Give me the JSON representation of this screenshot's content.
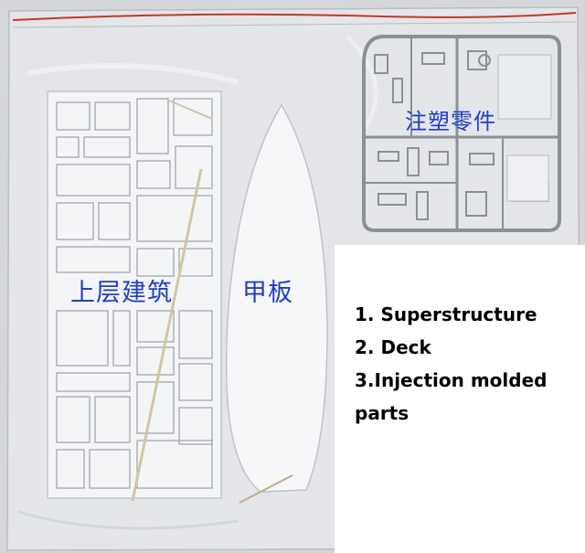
{
  "photo": {
    "labels": {
      "superstructure": "上层建筑",
      "deck": "甲板",
      "injection_parts": "注塑零件"
    }
  },
  "legend": {
    "items": [
      "1. Superstructure",
      "2. Deck",
      "3.Injection molded parts"
    ]
  },
  "colors": {
    "label_blue": "#1f3fc4",
    "bag_seal_red": "#c0392b",
    "sprue_gray": "#8c8f96",
    "background": "#d7d9dd",
    "paper_white": "#f3f4f6"
  }
}
